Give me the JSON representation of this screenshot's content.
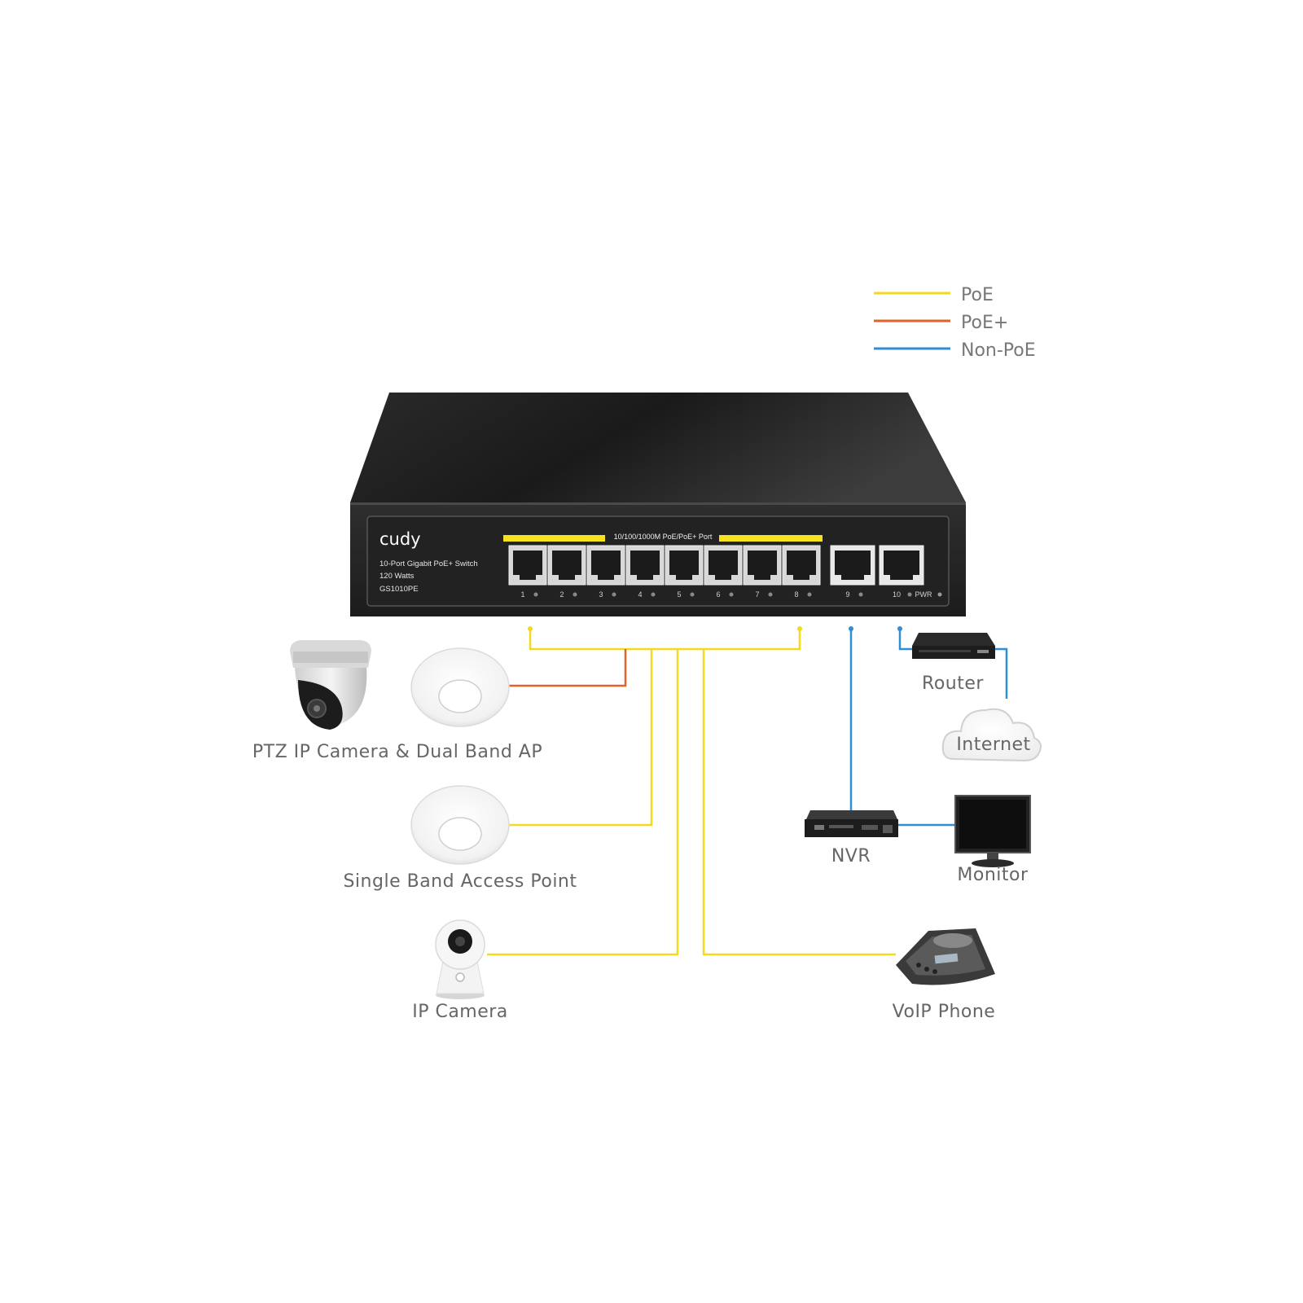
{
  "legend": {
    "items": [
      {
        "label": "PoE",
        "color": "#f5d91c"
      },
      {
        "label": "PoE+",
        "color": "#e2622a"
      },
      {
        "label": "Non-PoE",
        "color": "#2e8fd4"
      }
    ]
  },
  "switch": {
    "brand": "cudy",
    "description": "10-Port Gigabit PoE+ Switch",
    "power": "120 Watts",
    "model": "GS1010PE",
    "port_header": "10/100/1000M PoE/PoE+ Port",
    "ports": [
      "1",
      "2",
      "3",
      "4",
      "5",
      "6",
      "7",
      "8",
      "9",
      "10"
    ],
    "power_led_label": "PWR"
  },
  "devices": {
    "ptz_and_ap": "PTZ IP Camera & Dual Band AP",
    "single_ap": "Single Band Access Point",
    "ip_camera": "IP Camera",
    "voip_phone": "VoIP Phone",
    "router": "Router",
    "internet": "Internet",
    "nvr": "NVR",
    "monitor": "Monitor"
  }
}
